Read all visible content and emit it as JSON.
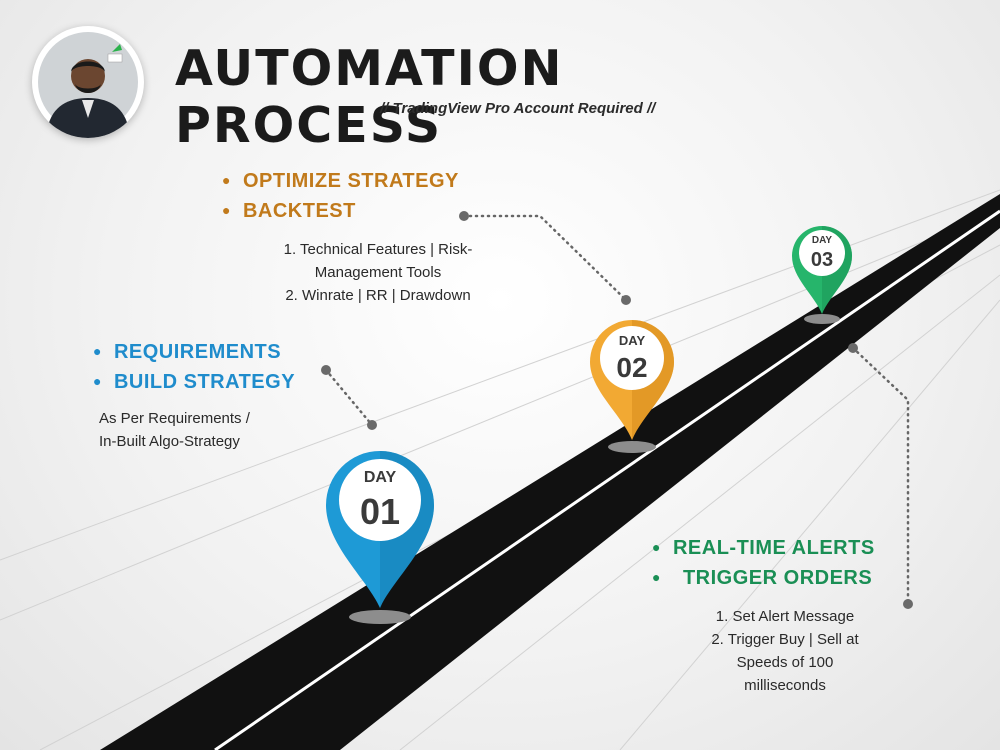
{
  "header": {
    "title": "AUTOMATION PROCESS",
    "subtitle": "// TradingView Pro Account Required //"
  },
  "pins": [
    {
      "day_label": "DAY",
      "day_number": "01",
      "color": "#1e9ad6",
      "color_dark": "#167fb4"
    },
    {
      "day_label": "DAY",
      "day_number": "02",
      "color": "#f2a933",
      "color_dark": "#d98f1e"
    },
    {
      "day_label": "DAY",
      "day_number": "03",
      "color": "#26b56b",
      "color_dark": "#1c9a58"
    }
  ],
  "step1": {
    "bullets": [
      "REQUIREMENTS",
      "BUILD STRATEGY"
    ],
    "lines": [
      "As Per Requirements /",
      "In-Built Algo-Strategy"
    ],
    "color": "#1f8ccc"
  },
  "step2": {
    "bullets": [
      "OPTIMIZE STRATEGY",
      "BACKTEST"
    ],
    "lines": [
      "1. Technical Features | Risk-",
      "Management Tools",
      "2. Winrate | RR | Drawdown"
    ],
    "color": "#c17a1b"
  },
  "step3": {
    "bullets": [
      "REAL-TIME ALERTS",
      "TRIGGER ORDERS"
    ],
    "lines": [
      "1.   Set Alert Message",
      "2. Trigger Buy | Sell at",
      "Speeds of 100",
      "milliseconds"
    ],
    "color": "#1a8f55"
  },
  "icons": {
    "bullet": "bullet-dot",
    "avatar": "profile-photo"
  }
}
